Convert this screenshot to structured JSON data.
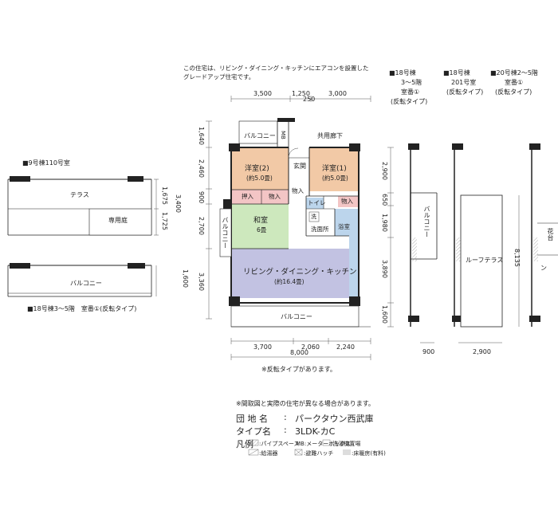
{
  "header": {
    "note_line1": "この住宅は、リビング・ダイニング・キッチンにエアコンを設置した",
    "note_line2": "グレードアップ住宅です。"
  },
  "variants": {
    "v18_title1": "■18号棟",
    "v18_title2": "3～5階",
    "v18_title3": "室番①",
    "v18_title4": "(反転タイプ)",
    "v18b_title1": "■18号棟",
    "v18b_title2": "201号室",
    "v18b_title3": "(反転タイプ)",
    "v20_title1": "■20号棟2～5階",
    "v20_title2": "室番①",
    "v20_title3": "(反転タイプ)",
    "v18_balcony": "バルコニー",
    "roof_terrace": "ルーフテラス",
    "v20_balcony_partial": "ン",
    "v20_flower": "花台",
    "dim_900": "900",
    "dim_2900": "2,900",
    "dim_8135": "8,135"
  },
  "left_plans": {
    "plan1_title": "■9号棟110号室",
    "terrace": "テラス",
    "private_garden": "専用庭",
    "plan2_balcony": "バルコニー",
    "plan2_caption": "■18号棟3～5階　室番①(反転タイプ)",
    "dim_1675": "1,675",
    "dim_1725": "1,725",
    "dim_3400": "3,400",
    "dim_1600": "1,600"
  },
  "main_plan": {
    "dim_top_3500": "3,500",
    "dim_top_1250": "1,250",
    "dim_top_3000": "3,000",
    "dim_top_250": "250",
    "dim_left_1640": "1,640",
    "dim_left_2460": "2,460",
    "dim_left_900": "900",
    "dim_left_2700": "2,700",
    "dim_left_3360": "3,360",
    "dim_right_2900": "2,900",
    "dim_right_650": "650",
    "dim_right_1980": "1,980",
    "dim_right_3890": "3,890",
    "dim_right_1600": "1,600",
    "dim_bottom_3700": "3,700",
    "dim_bottom_2060": "2,060",
    "dim_bottom_2240": "2,240",
    "dim_bottom_8000": "8,000",
    "balcony_top": "バルコニー",
    "mb": "MB",
    "corridor": "共用廊下",
    "entrance": "玄関",
    "west_room2": "洋室(2)",
    "west_room2_size": "(約5.0畳)",
    "west_room1": "洋室(1)",
    "west_room1_size": "(約5.0畳)",
    "oshiire": "押入",
    "monoire1": "物入",
    "monoire2": "物入",
    "monoire3": "物入",
    "toilet": "トイレ",
    "washroom": "洗面所",
    "bathroom": "浴室",
    "washer_mark": "洗",
    "japanese_room": "和室",
    "japanese_room_size": "6畳",
    "balcony_left": "バルコニー",
    "ldk": "リビング・ダイニング・キッチン",
    "ldk_size": "(約16.4畳)",
    "balcony_bottom": "バルコニー",
    "reverse_note": "※反転タイプがあります。"
  },
  "info": {
    "disclaimer": "※間取図と実際の住宅が異なる場合があります。",
    "danchi_label": "団 地 名",
    "danchi_value": "パークタウン西武庫",
    "type_label": "タイプ名",
    "type_value": "3LDK-カC",
    "legend_label": "凡例",
    "legend_ps": ":パイプスペース",
    "legend_mb": "MB:メーターボックス",
    "legend_wash": ":洗濯機置場",
    "legend_heater": ":給湯器",
    "legend_hatch": ":避難ハッチ",
    "legend_floorheat": ":床暖房(有料)",
    "sep": ":"
  },
  "colors": {
    "western_room": "#f2c9a6",
    "japanese_room": "#cde8bd",
    "ldk": "#c2c2e2",
    "bath": "#bcd5ec",
    "closet": "#f3c5c5",
    "wall": "#222222"
  }
}
